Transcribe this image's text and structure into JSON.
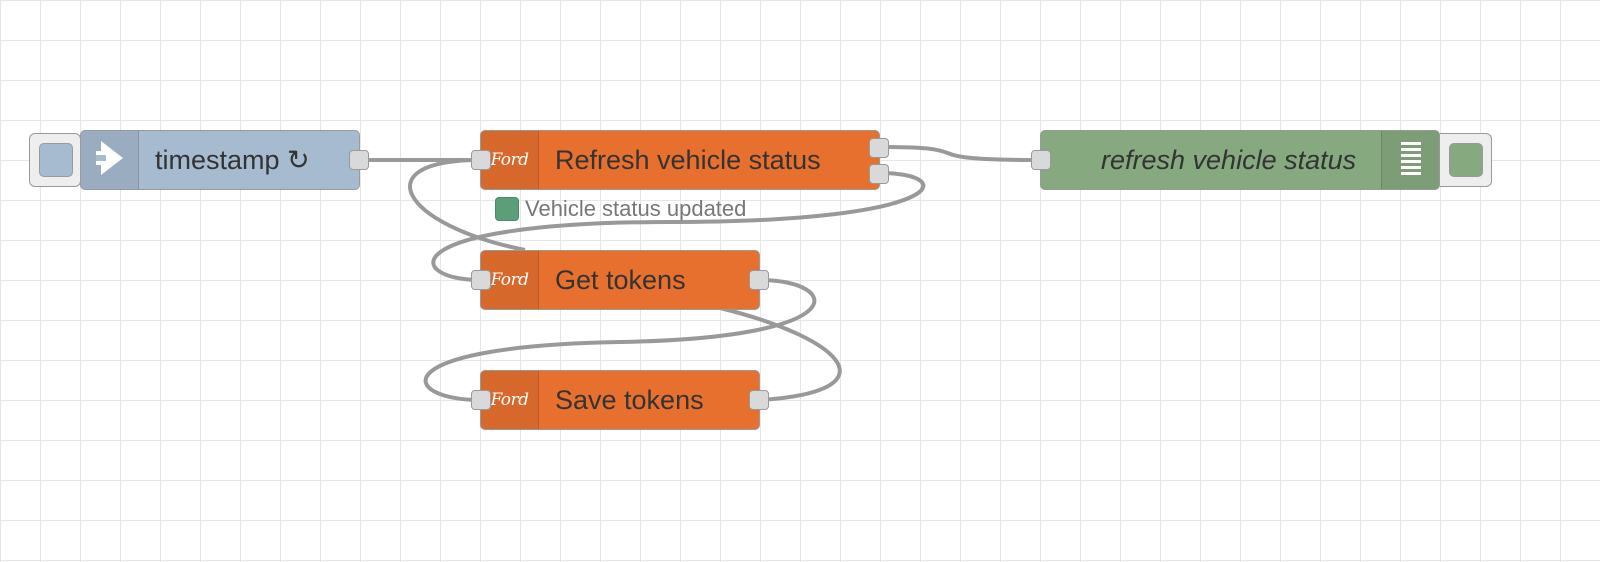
{
  "flow": {
    "inject_node": {
      "label": "timestamp ↻",
      "icon": "arrow-right-icon"
    },
    "refresh_node": {
      "label": "Refresh vehicle status",
      "icon": "ford-logo-icon",
      "icon_text": "Ford"
    },
    "refresh_status": {
      "text": "Vehicle status updated",
      "color": "#5a9e7a"
    },
    "get_tokens_node": {
      "label": "Get tokens",
      "icon": "ford-logo-icon",
      "icon_text": "Ford"
    },
    "save_tokens_node": {
      "label": "Save tokens",
      "icon": "ford-logo-icon",
      "icon_text": "Ford"
    },
    "debug_node": {
      "label": "refresh vehicle status",
      "icon": "list-icon"
    }
  },
  "colors": {
    "inject": "#a6bbcf",
    "ford": "#e8702f",
    "debug": "#87a980",
    "wire": "#999999",
    "grid": "#e6e6e6"
  }
}
